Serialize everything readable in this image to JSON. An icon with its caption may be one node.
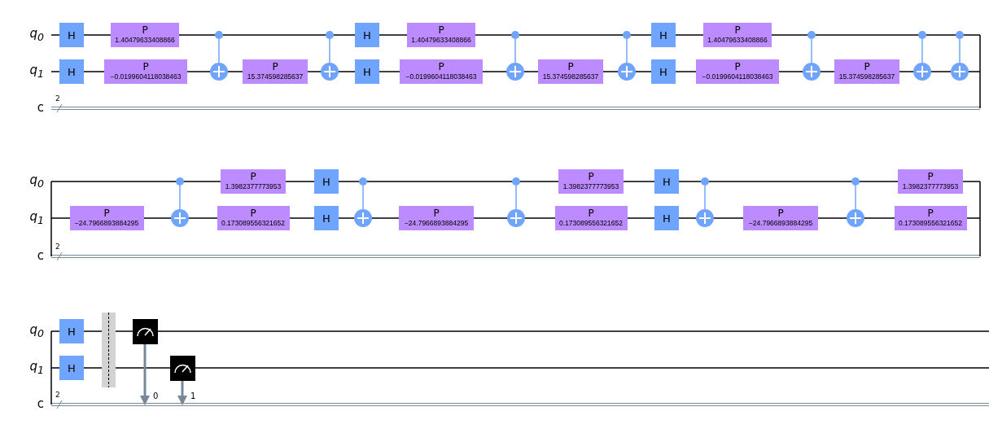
{
  "diagram": {
    "nodes": [
      {
        "text": [
          "H"
        ]
      },
      {
        "text": [
          "H"
        ]
      },
      {
        "text": [
          "P",
          "1.40479633408866"
        ]
      },
      {
        "text": [
          "P",
          "−0.0199604118038463"
        ]
      },
      {
        "text": [],
        "shape": "circle"
      },
      {
        "text": [],
        "shape": "circle"
      },
      {
        "text": [
          "P",
          "15.374598285637"
        ]
      },
      {
        "text": [],
        "shape": "circle"
      },
      {
        "text": [],
        "shape": "circle"
      },
      {
        "text": [
          "H"
        ]
      },
      {
        "text": [
          "H"
        ]
      },
      {
        "text": [
          "P",
          "1.40479633408866"
        ]
      },
      {
        "text": [
          "P",
          "−0.0199604118038463"
        ]
      },
      {
        "text": [],
        "shape": "circle"
      },
      {
        "text": [],
        "shape": "circle"
      },
      {
        "text": [
          "P",
          "15.374598285637"
        ]
      },
      {
        "text": [],
        "shape": "circle"
      },
      {
        "text": [],
        "shape": "circle"
      },
      {
        "text": [
          "H"
        ]
      },
      {
        "text": [
          "H"
        ]
      },
      {
        "text": [
          "P",
          "1.40479633408866"
        ]
      },
      {
        "text": [
          "P",
          "−0.0199604118038463"
        ]
      },
      {
        "text": [],
        "shape": "circle"
      },
      {
        "text": [],
        "shape": "circle"
      },
      {
        "text": [
          "P",
          "15.374598285637"
        ]
      },
      {
        "text": [],
        "shape": "circle"
      },
      {
        "text": [],
        "shape": "circle"
      },
      {
        "text": [],
        "shape": "circle"
      },
      {
        "text": [],
        "shape": "circle"
      },
      {
        "text": [
          "P",
          "−24.7966893884295"
        ]
      },
      {
        "text": [],
        "shape": "circle"
      },
      {
        "text": [],
        "shape": "circle"
      },
      {
        "text": [
          "P",
          "1.3982377773953"
        ]
      },
      {
        "text": [
          "P",
          "0.173089556321652"
        ]
      },
      {
        "text": [
          "H"
        ]
      },
      {
        "text": [
          "H"
        ]
      },
      {
        "text": [],
        "shape": "circle"
      },
      {
        "text": [],
        "shape": "circle"
      },
      {
        "text": [
          "P",
          "−24.7966893884295"
        ]
      },
      {
        "text": [],
        "shape": "circle"
      },
      {
        "text": [],
        "shape": "circle"
      },
      {
        "text": [
          "P",
          "1.3982377773953"
        ]
      },
      {
        "text": [
          "P",
          "0.173089556321652"
        ]
      },
      {
        "text": [
          "H"
        ]
      },
      {
        "text": [
          "H"
        ]
      },
      {
        "text": [],
        "shape": "circle"
      },
      {
        "text": [],
        "shape": "circle"
      },
      {
        "text": [
          "P",
          "−24.7966893884295"
        ]
      },
      {
        "text": [],
        "shape": "circle"
      },
      {
        "text": [],
        "shape": "circle"
      },
      {
        "text": [
          "P",
          "1.3982377773953"
        ]
      },
      {
        "text": [
          "P",
          "0.173089556321652"
        ]
      },
      {
        "text": [
          "H"
        ]
      },
      {
        "text": [
          "H"
        ]
      },
      {
        "text": [],
        "shape": "box"
      },
      {
        "text": [],
        "shape": "box"
      }
    ],
    "edges": [
      {
        "from": 4,
        "to": 5,
        "arrow": "none"
      },
      {
        "from": 7,
        "to": 8,
        "arrow": "none"
      },
      {
        "from": 13,
        "to": 14,
        "arrow": "none"
      },
      {
        "from": 16,
        "to": 17,
        "arrow": "none"
      },
      {
        "from": 22,
        "to": 23,
        "arrow": "none"
      },
      {
        "from": 25,
        "to": 26,
        "arrow": "none"
      },
      {
        "from": 27,
        "to": 28,
        "arrow": "none"
      },
      {
        "from": 30,
        "to": 31,
        "arrow": "none"
      },
      {
        "from": 36,
        "to": 37,
        "arrow": "none"
      },
      {
        "from": 39,
        "to": 40,
        "arrow": "none"
      },
      {
        "from": 45,
        "to": 46,
        "arrow": "none"
      },
      {
        "from": 48,
        "to": 49,
        "arrow": "none"
      },
      {
        "from": 54,
        "to": null,
        "arrow": "to",
        "label": "0",
        "color": "#778899"
      },
      {
        "from": 55,
        "to": null,
        "arrow": "to",
        "label": "1",
        "color": "#778899"
      }
    ],
    "labels": [
      "q$_{0}$",
      "q$_{1}$",
      "2",
      "c",
      "q$_{0}$",
      "q$_{1}$",
      "2",
      "c",
      "q$_{0}$",
      "q$_{1}$",
      "2",
      "c"
    ]
  }
}
